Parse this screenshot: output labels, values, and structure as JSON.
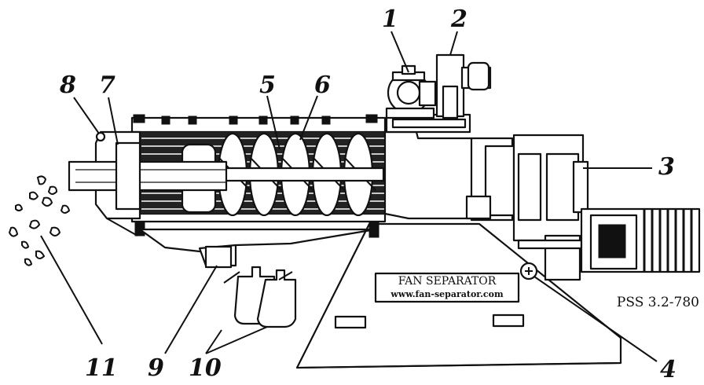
{
  "labels": {
    "l1": "1",
    "l2": "2",
    "l3": "3",
    "l4": "4",
    "l5": "5",
    "l6": "6",
    "l7": "7",
    "l8": "8",
    "l9": "9",
    "l10": "10",
    "l11": "11"
  },
  "nameplate": {
    "brand": "FAN SEPARATOR",
    "url": "www.fan-separator.com"
  },
  "model": "PSS 3.2-780"
}
